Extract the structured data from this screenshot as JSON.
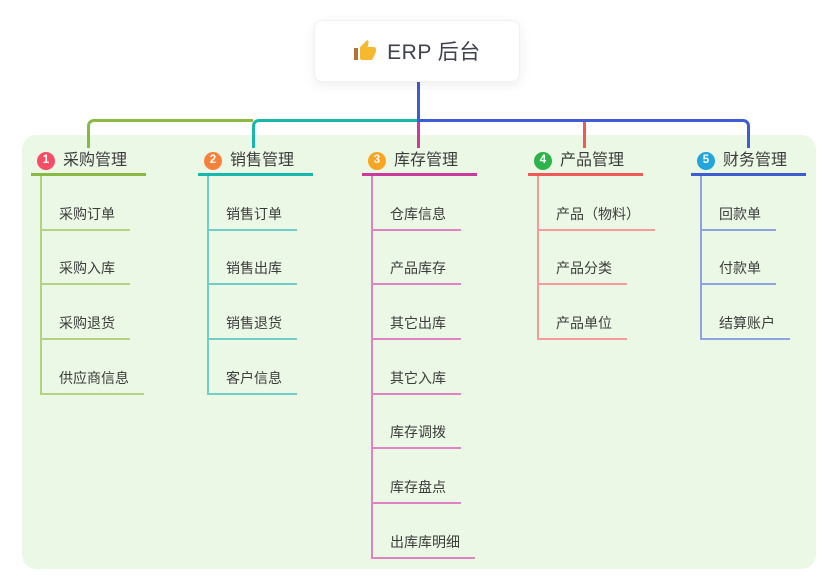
{
  "root": {
    "title": "ERP 后台",
    "icon": "thumbs-up-icon",
    "icon_color": "#f5b82e",
    "icon_cuff_color": "#b5713a",
    "stem_color": "#3f5dd2",
    "text_color": "#3f424d"
  },
  "canvas": {
    "background": "#ffffff",
    "panel_color": "#ecf8e6",
    "node_text_color": "#3c3c3c",
    "child_text_color": "#3c3c3c"
  },
  "branches": [
    {
      "index": "1",
      "label": "采购管理",
      "badge_color": "#f44f66",
      "line_color": "#8ab943",
      "child_line_color": "#b3d383",
      "children": [
        "采购订单",
        "采购入库",
        "采购退货",
        "供应商信息"
      ]
    },
    {
      "index": "2",
      "label": "销售管理",
      "badge_color": "#f8823d",
      "line_color": "#17b7ab",
      "child_line_color": "#6fcfc6",
      "children": [
        "销售订单",
        "销售出库",
        "销售退货",
        "客户信息"
      ]
    },
    {
      "index": "3",
      "label": "库存管理",
      "badge_color": "#f7a523",
      "line_color": "#cc3a9c",
      "child_line_color": "#e083c4",
      "children": [
        "仓库信息",
        "产品库存",
        "其它出库",
        "其它入库",
        "库存调拨",
        "库存盘点",
        "出库库明细"
      ]
    },
    {
      "index": "4",
      "label": "产品管理",
      "badge_color": "#2eb34b",
      "line_color": "#ee5a57",
      "child_line_color": "#f59b99",
      "children": [
        "产品（物料）",
        "产品分类",
        "产品单位"
      ]
    },
    {
      "index": "5",
      "label": "财务管理",
      "badge_color": "#22a6db",
      "line_color": "#3f5dd2",
      "child_line_color": "#8ea3e2",
      "children": [
        "回款单",
        "付款单",
        "结算账户"
      ]
    }
  ]
}
